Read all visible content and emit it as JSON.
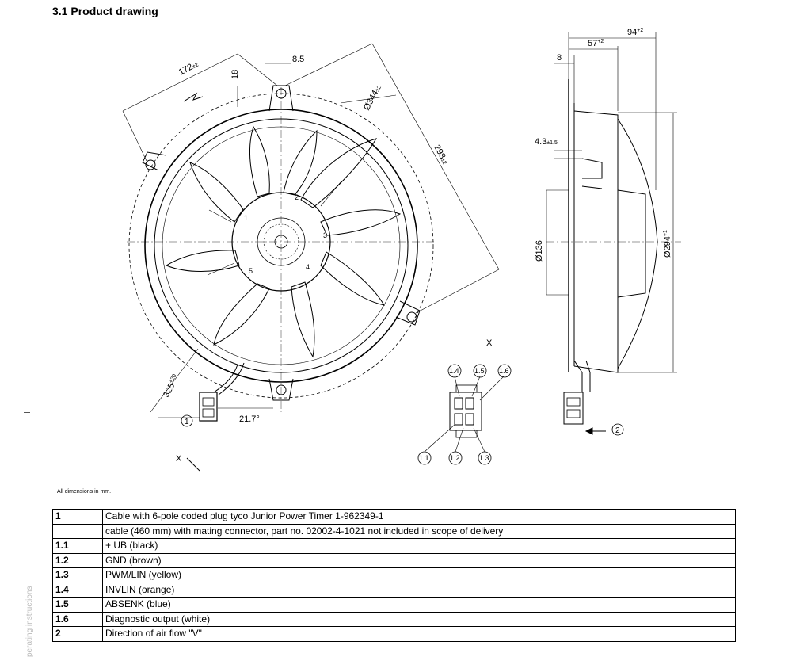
{
  "section_title": "3.1 Product drawing",
  "footnote": "All dimensions in mm.",
  "sidebar_text": "perating instructions",
  "drawing": {
    "dim_172": "172",
    "dim_172_tol": "±2",
    "dim_18": "18",
    "dim_8_5": "8.5",
    "dim_d344": "Ø344",
    "dim_d344_tol": "±2",
    "dim_298": "298",
    "dim_298_tol": "±2",
    "dim_325": "325",
    "dim_325_tol": "+20",
    "dim_angle": "21.7°",
    "hub_2": "2",
    "hub_3": "3",
    "hub_4": "4",
    "hub_5": "5",
    "hub_1": "1",
    "view_x_main": "X",
    "view_x_detail": "X",
    "marker_1": "1",
    "marker_2": "2",
    "dim_94": "94",
    "dim_94_tol": "+2",
    "dim_57": "57",
    "dim_57_tol": "+2",
    "dim_8": "8",
    "dim_4_3": "4.3",
    "dim_4_3_tol": "±1.5",
    "dim_d136": "Ø136",
    "dim_d294": "Ø294",
    "dim_d294_tol": "+1",
    "pin_1_4": "1.4",
    "pin_1_5": "1.5",
    "pin_1_6": "1.6",
    "pin_1_1": "1.1",
    "pin_1_2": "1.2",
    "pin_1_3": "1.3"
  },
  "legend": [
    {
      "num": "1",
      "text": "Cable with 6-pole coded plug tyco Junior Power Timer 1-962349-1"
    },
    {
      "num": "",
      "text": "cable (460 mm) with mating connector, part no. 02002-4-1021 not included in scope of delivery"
    },
    {
      "num": "1.1",
      "text": "+ UB (black)"
    },
    {
      "num": "1.2",
      "text": "GND (brown)"
    },
    {
      "num": "1.3",
      "text": "PWM/LIN (yellow)"
    },
    {
      "num": "1.4",
      "text": "INVLIN (orange)"
    },
    {
      "num": "1.5",
      "text": "ABSENK (blue)"
    },
    {
      "num": "1.6",
      "text": "Diagnostic output (white)"
    },
    {
      "num": "2",
      "text": "Direction of air flow \"V\""
    }
  ]
}
